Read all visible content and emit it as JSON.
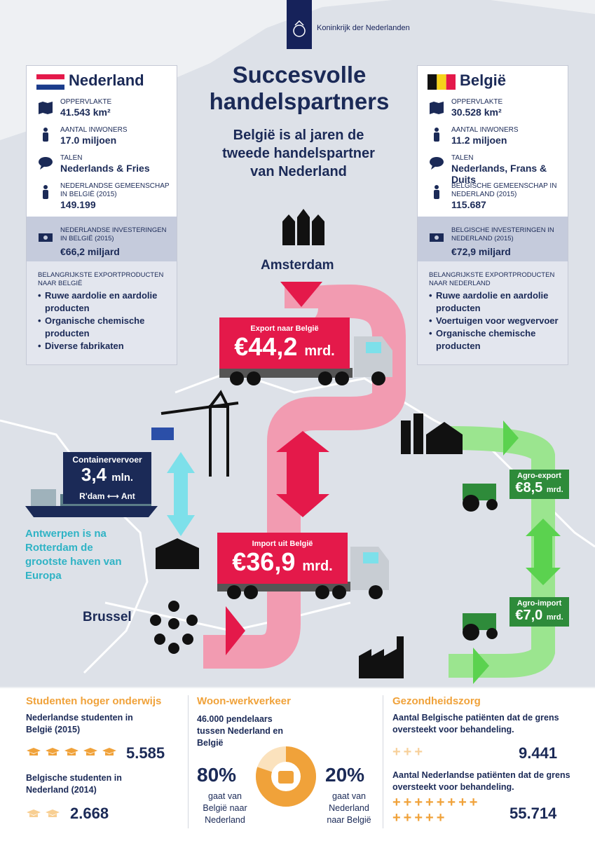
{
  "header": {
    "org": "Koninkrijk der Nederlanden",
    "title": "Succesvolle handelspartners",
    "subtitle": "België is al jaren de tweede handelspartner van Nederland"
  },
  "nl": {
    "name": "Nederland",
    "area_label": "OPPERVLAKTE",
    "area_value": "41.543 km²",
    "pop_label": "AANTAL INWONERS",
    "pop_value": "17.0 miljoen",
    "lang_label": "TALEN",
    "lang_value": "Nederlands & Fries",
    "community_label": "NEDERLANDSE GEMEENSCHAP IN BELGIË (2015)",
    "community_value": "149.199",
    "invest_label": "NEDERLANDSE INVESTERINGEN IN BELGIË (2015)",
    "invest_value": "€66,2 miljard",
    "export_label": "BELANGRIJKSTE EXPORTPRODUCTEN NAAR BELGIË",
    "exports": [
      "Ruwe aardolie en aardolie producten",
      "Organische chemische producten",
      "Diverse fabrikaten"
    ]
  },
  "be": {
    "name": "België",
    "area_label": "OPPERVLAKTE",
    "area_value": "30.528 km²",
    "pop_label": "AANTAL INWONERS",
    "pop_value": "11.2 miljoen",
    "lang_label": "TALEN",
    "lang_value": "Nederlands, Frans & Duits",
    "community_label": "BELGISCHE GEMEENSCHAP IN NEDERLAND (2015)",
    "community_value": "115.687",
    "invest_label": "BELGISCHE INVESTERINGEN IN NEDERLAND (2015)",
    "invest_value": "€72,9 miljard",
    "export_label": "BELANGRIJKSTE EXPORTPRODUCTEN NAAR NEDERLAND",
    "exports": [
      "Ruwe aardolie en aardolie producten",
      "Voertuigen voor wegvervoer",
      "Organische chemische producten"
    ]
  },
  "trade": {
    "amsterdam": "Amsterdam",
    "brussel": "Brussel",
    "export_label": "Export naar België",
    "export_value": "€44,2",
    "export_unit": "mrd.",
    "import_label": "Import uit België",
    "import_value": "€36,9",
    "import_unit": "mrd."
  },
  "container": {
    "label": "Containervervoer",
    "value": "3,4",
    "unit": "mln.",
    "from": "R'dam",
    "to": "Ant",
    "note": "Antwerpen is na Rotterdam de grootste haven van Europa"
  },
  "agro": {
    "export_label": "Agro-export",
    "export_value": "€8,5",
    "import_label": "Agro-import",
    "import_value": "€7,0",
    "unit": "mrd."
  },
  "students": {
    "heading": "Studenten hoger onderwijs",
    "nl_label": "Nederlandse studenten in België (2015)",
    "nl_value": "5.585",
    "be_label": "Belgische studenten in Nederland (2014)",
    "be_value": "2.668"
  },
  "commute": {
    "heading": "Woon-werkverkeer",
    "label": "46.000 pendelaars tussen Nederland en België",
    "left_pct": "80%",
    "left_text": "gaat van België naar Nederland",
    "right_pct": "20%",
    "right_text": "gaat van Nederland naar België",
    "share_be_to_nl": 0.8
  },
  "health": {
    "heading": "Gezondheidszorg",
    "be_label": "Aantal Belgische patiënten dat de grens oversteekt voor behandeling.",
    "be_value": "9.441",
    "nl_label": "Aantal Nederlandse patiënten dat de grens oversteekt voor behandeling.",
    "nl_value": "55.714"
  },
  "colors": {
    "navy": "#1b2a57",
    "red": "#e4194a",
    "pink": "#f29bb1",
    "teal": "#2fb3c5",
    "green": "#2e8b3a",
    "orange": "#f0a23a"
  }
}
